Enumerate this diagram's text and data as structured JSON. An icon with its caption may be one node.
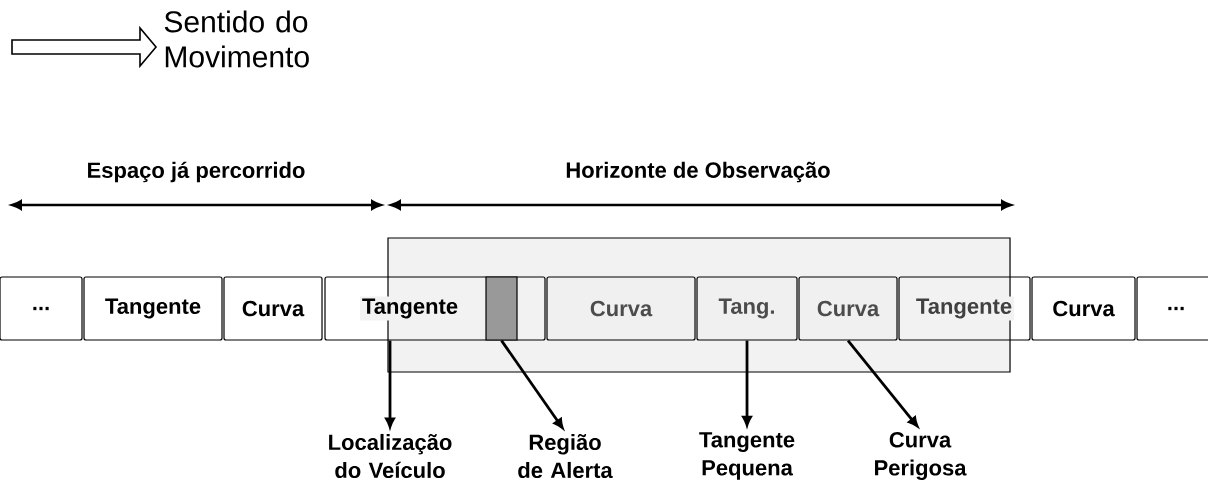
{
  "diagram": {
    "nodes": [
      {
        "text": [
          "..."
        ]
      },
      {
        "text": [
          "Tangente"
        ]
      },
      {
        "text": [
          "Curva"
        ]
      },
      {
        "text": [
          "Tangente"
        ]
      },
      {
        "text": [],
        "shape": "bar"
      },
      {
        "text": [],
        "shape": "box"
      },
      {
        "text": [
          "Curva"
        ],
        "in": 5
      },
      {
        "text": [
          "Tang."
        ],
        "in": 5
      },
      {
        "text": [
          "Curva"
        ],
        "in": 5
      },
      {
        "text": [
          "Tangente"
        ]
      },
      {
        "text": [
          "Curva"
        ]
      },
      {
        "text": [
          "..."
        ]
      },
      {
        "text": [
          "Localização do Veículo"
        ]
      },
      {
        "text": [
          "Região de Alerta"
        ]
      },
      {
        "text": [
          "Tangente Pequena"
        ]
      },
      {
        "text": [
          "Curva Perigosa"
        ]
      }
    ],
    "edges": [
      {
        "from": 3,
        "to": 12,
        "arrow": "to"
      },
      {
        "from": 4,
        "to": 13,
        "arrow": "to"
      },
      {
        "from": 7,
        "to": 14,
        "arrow": "to"
      },
      {
        "from": 8,
        "to": 15,
        "arrow": "to"
      }
    ],
    "labels": [
      "Sentido do Movimento",
      "Espaço já percorrido",
      "Horizonte de Observação"
    ]
  }
}
